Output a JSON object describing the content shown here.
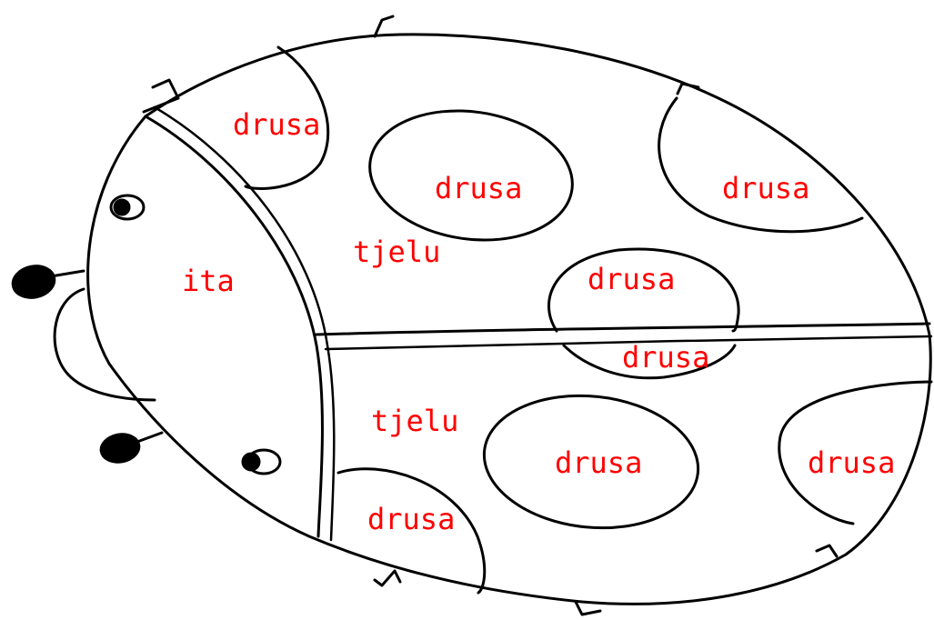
{
  "diagram": {
    "subject": "ladybug",
    "label_color": "#ff0000",
    "line_color": "#000000",
    "labels": {
      "head": "ita",
      "wing_top": "tjelu",
      "wing_bottom": "tjelu",
      "spot_1": "drusa",
      "spot_2": "drusa",
      "spot_3": "drusa",
      "spot_4": "drusa",
      "spot_5": "drusa",
      "spot_6": "drusa",
      "spot_7": "drusa",
      "spot_8": "drusa"
    }
  }
}
